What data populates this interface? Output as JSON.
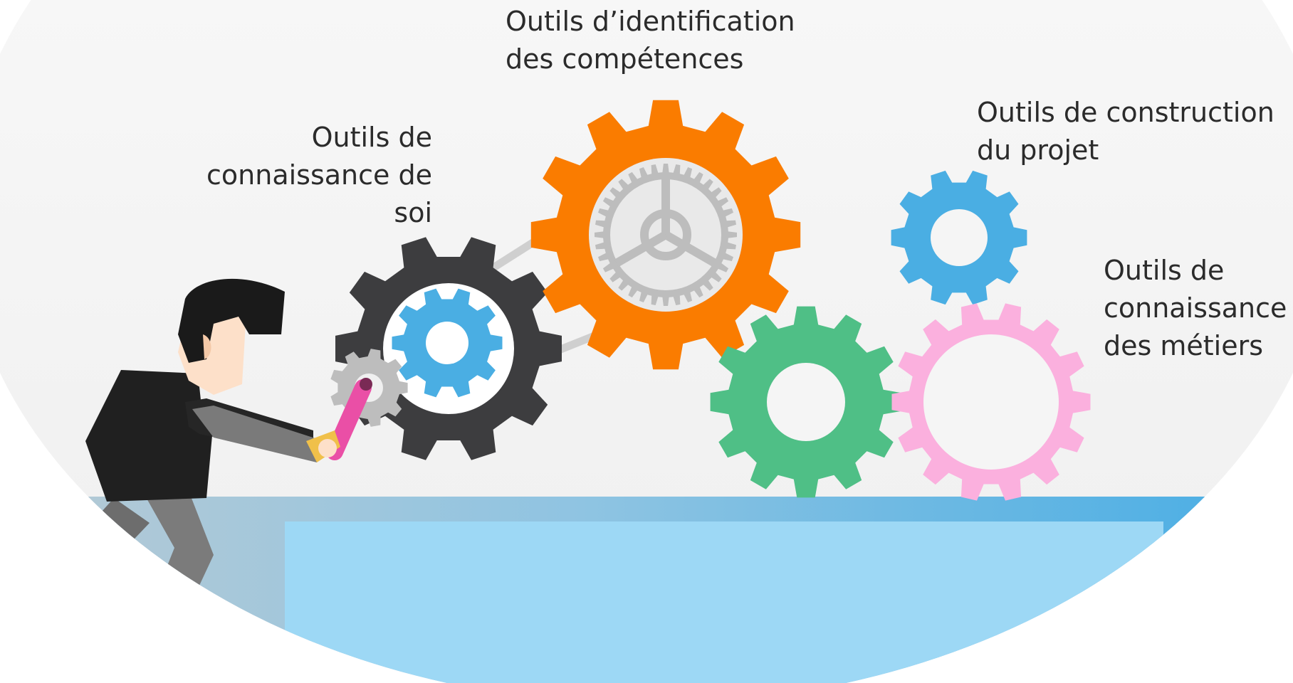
{
  "labels": {
    "self_knowledge": "Outils de\nconnaissance de\nsoi",
    "skills_identification": "Outils d’identification\ndes compétences",
    "project_construction": "Outils de construction\ndu projet",
    "jobs_knowledge": "Outils de\nconnaissance\ndes métiers"
  },
  "colors": {
    "background": "#f3f3f3",
    "floor_left": "#b8cbd6",
    "floor_right": "#4baee3",
    "text_panel": "#9dd8f5",
    "gear_dark": "#3d3d3f",
    "gear_orange": "#fa7c00",
    "gear_blue": "#4aaee3",
    "gear_green": "#4fbf86",
    "gear_pink": "#fbb0de",
    "gear_gray": "#bdbdbd",
    "crank_pink": "#ea4fa6",
    "shirt": "#1f1f1f",
    "pants": "#767676",
    "skin": "#fde0c9",
    "hair": "#1a1a1a"
  },
  "icons": [
    "person-turning-crank",
    "gear-icon",
    "belt-icon"
  ]
}
